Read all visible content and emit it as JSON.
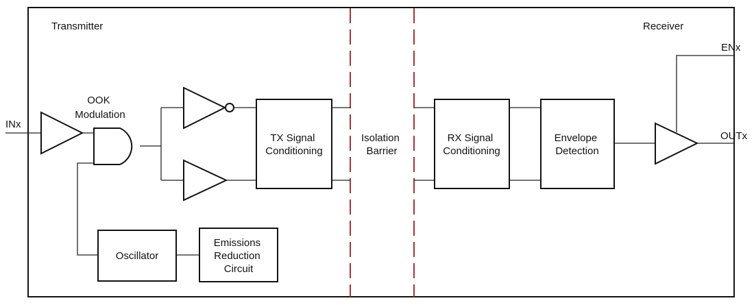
{
  "sections": {
    "transmitter": "Transmitter",
    "receiver": "Receiver"
  },
  "ports": {
    "input": "INx",
    "enable": "ENx",
    "output": "OUTx"
  },
  "blocks": {
    "ook_modulation": [
      "OOK",
      "Modulation"
    ],
    "tx_conditioning": [
      "TX Signal",
      "Conditioning"
    ],
    "isolation_barrier": [
      "Isolation",
      "Barrier"
    ],
    "rx_conditioning": [
      "RX Signal",
      "Conditioning"
    ],
    "envelope_detection": [
      "Envelope",
      "Detection"
    ],
    "oscillator": "Oscillator",
    "emissions_reduction": [
      "Emissions",
      "Reduction",
      "Circuit"
    ]
  },
  "colors": {
    "line": "#111111",
    "barrier": "#a83232"
  }
}
